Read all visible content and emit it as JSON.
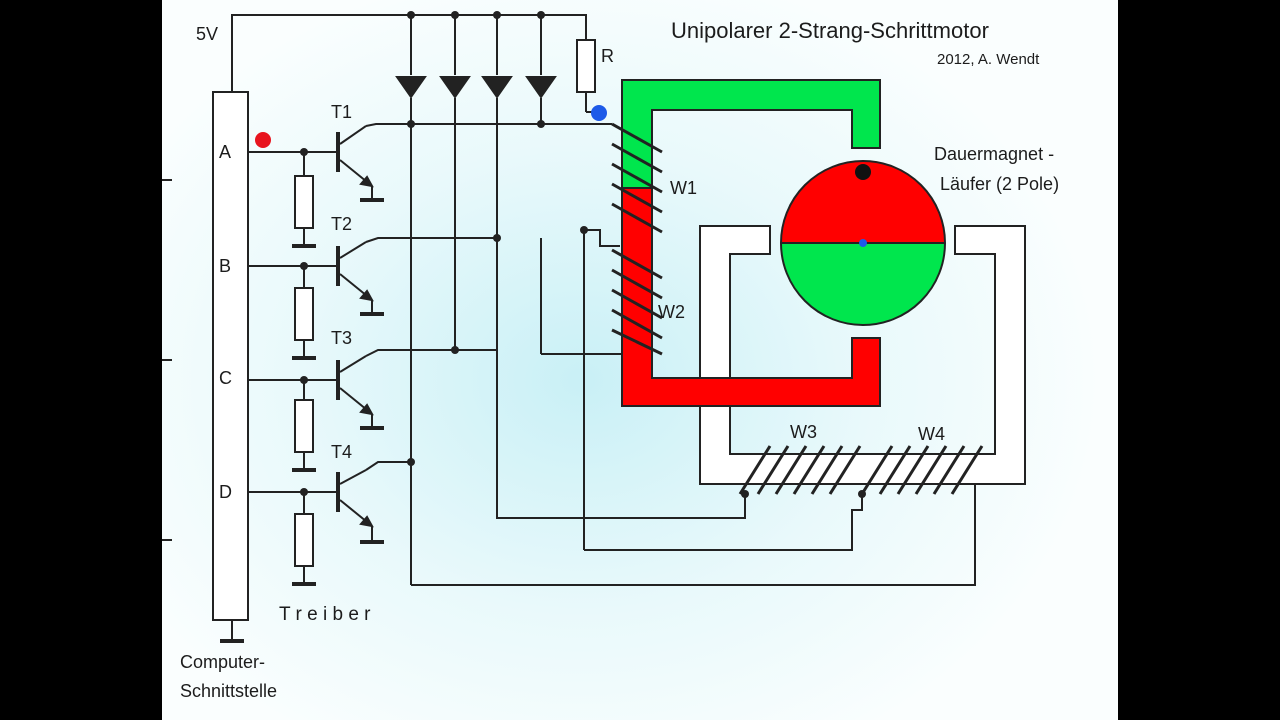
{
  "title": "Unipolarer 2-Strang-Schrittmotor",
  "credit": "2012, A. Wendt",
  "supply_label": "5V",
  "resistor_label": "R",
  "inputs": [
    "A",
    "B",
    "C",
    "D"
  ],
  "transistors": [
    "T1",
    "T2",
    "T3",
    "T4"
  ],
  "windings": [
    "W1",
    "W2",
    "W3",
    "W4"
  ],
  "rotor_label_line1": "Dauermagnet -",
  "rotor_label_line2": "Läufer (2 Pole)",
  "driver_label": "T r e i b e r",
  "interface_label_line1": "Computer-",
  "interface_label_line2": "Schnittstelle",
  "colors": {
    "pole_north": "#ff0000",
    "pole_south": "#00e64d",
    "active_dot": "#e8141e",
    "supply_dot": "#1d5ae8"
  }
}
